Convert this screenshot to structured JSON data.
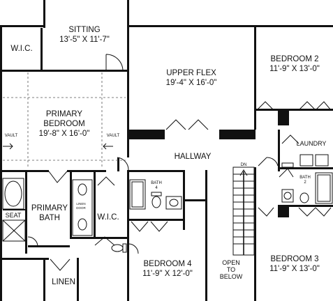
{
  "rooms": {
    "wic_top": {
      "name": "W.I.C."
    },
    "sitting": {
      "name": "SITTING",
      "dims": "13'-5\" X 11'-7\""
    },
    "upper_flex": {
      "name": "UPPER FLEX",
      "dims": "19'-4\" X 16'-0\""
    },
    "bedroom2": {
      "name": "BEDROOM 2",
      "dims": "11'-9\" X 13'-0\""
    },
    "primary_bedroom": {
      "name_line1": "PRIMARY",
      "name_line2": "BEDROOM",
      "dims": "19'-8\" X 16'-0\""
    },
    "hallway": {
      "name": "HALLWAY"
    },
    "laundry": {
      "name": "LAUNDRY"
    },
    "bath4": {
      "name_line1": "BATH",
      "name_line2": "4"
    },
    "bath2": {
      "name_line1": "BATH",
      "name_line2": "2"
    },
    "primary_bath": {
      "name_line1": "PRIMARY",
      "name_line2": "BATH"
    },
    "seat": {
      "name": "SEAT"
    },
    "wic_bath": {
      "name": "W.I.C."
    },
    "linen": {
      "name": "LINEN"
    },
    "bedroom4": {
      "name": "BEDROOM 4",
      "dims": "11'-9\" X 12'-0\""
    },
    "bedroom3": {
      "name": "BEDROOM 3",
      "dims": "11'-9\" X 13'-0\""
    },
    "open_below": {
      "line1": "OPEN",
      "line2": "TO",
      "line3": "BELOW"
    }
  },
  "annotations": {
    "vault_left": "VAULT",
    "vault_right": "VAULT",
    "stair_dn": "DN",
    "linen_small": "LINEN",
    "door_small": "DOOR"
  }
}
